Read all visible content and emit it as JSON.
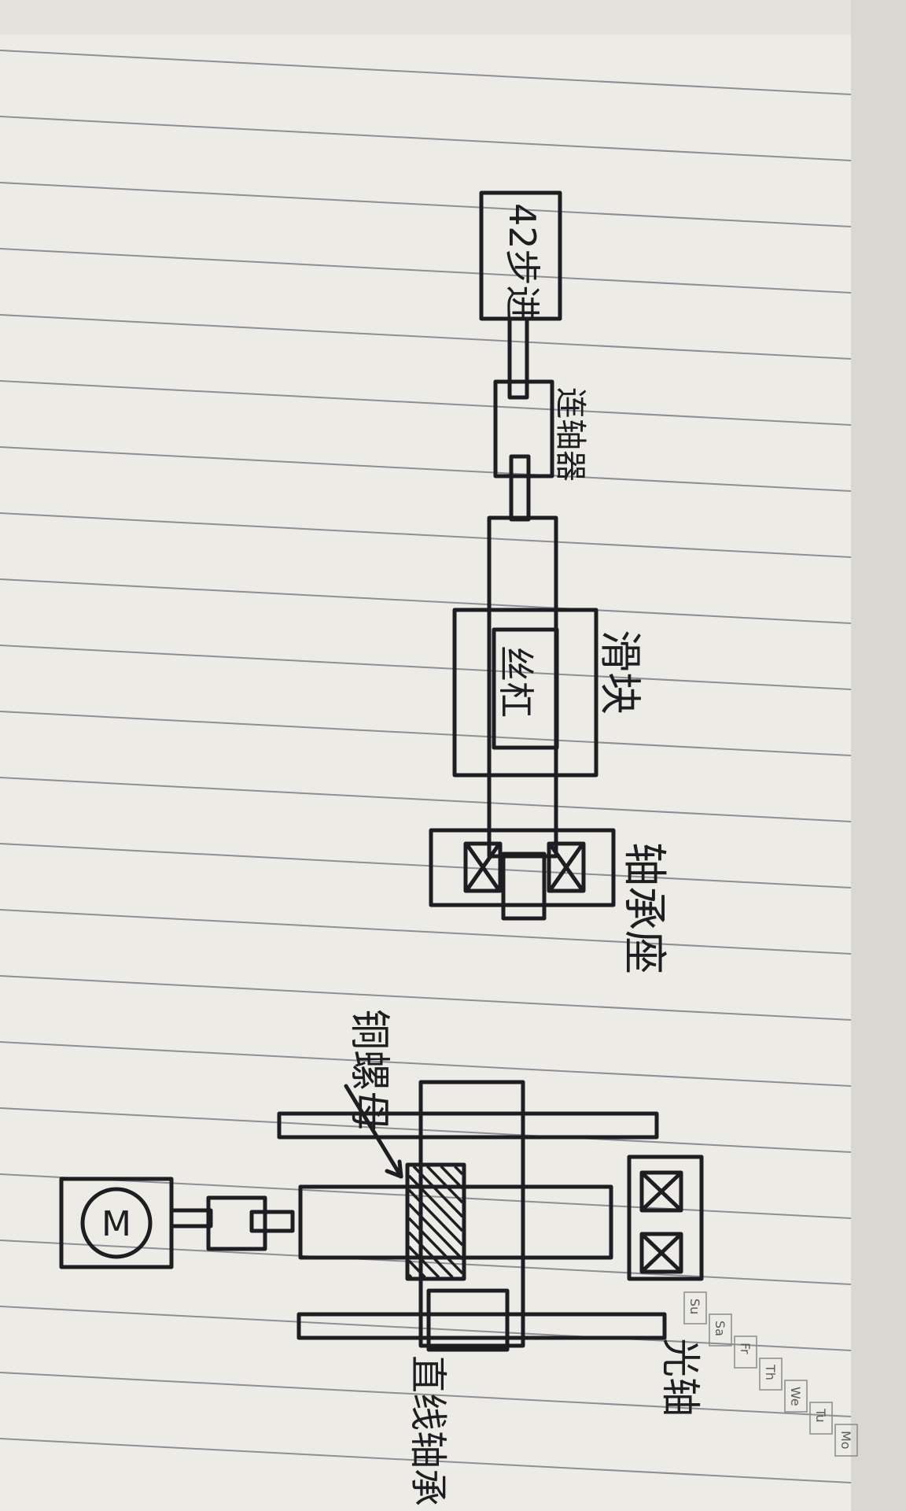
{
  "labels": {
    "stepper_motor": "42步进",
    "coupling": "连轴器",
    "guide_block": "滑块",
    "lead_screw": "丝杠",
    "bearing_seat": "轴承座",
    "copper_nut": "铜螺母",
    "optical_axis": "光轴",
    "linear_bearing": "直线轴承",
    "motor_symbol": "M"
  },
  "weekdays": [
    "Mo",
    "Tu",
    "We",
    "Th",
    "Fr",
    "Sa",
    "Su"
  ],
  "colors": {
    "paper": "#ecebe6",
    "ink": "#1e1e22",
    "rule_line": "#8d8e96",
    "margin_shadow": "#c9c8c3"
  }
}
